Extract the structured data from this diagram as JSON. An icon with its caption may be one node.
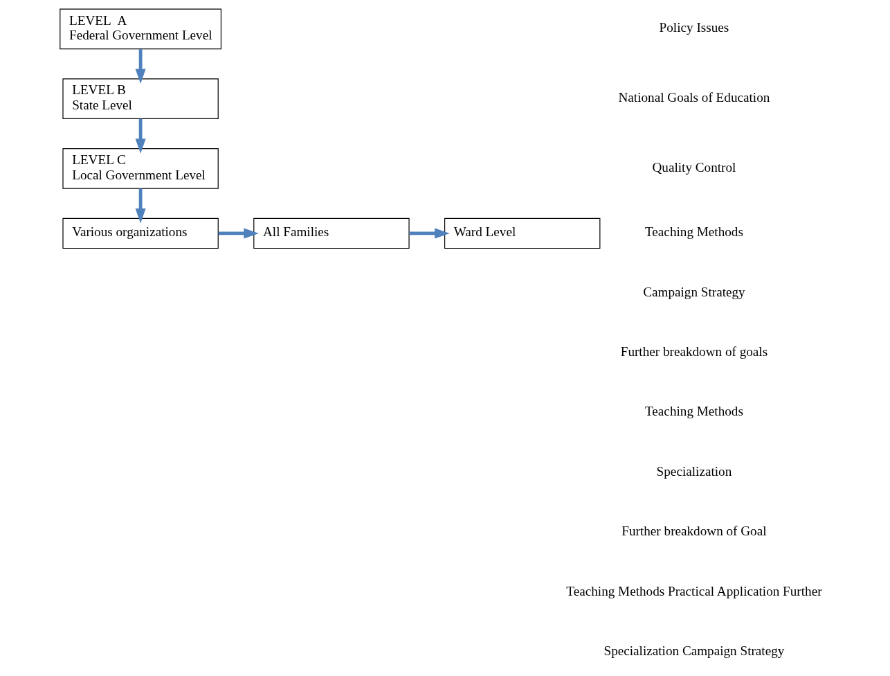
{
  "diagram": {
    "nodes": [
      {
        "text": [
          "LEVEL  A",
          "Federal Government Level"
        ]
      },
      {
        "text": [
          "LEVEL B",
          "State Level"
        ]
      },
      {
        "text": [
          "LEVEL C",
          "Local Government Level"
        ]
      },
      {
        "text": [
          "Various organizations"
        ]
      },
      {
        "text": [
          "All Families"
        ]
      },
      {
        "text": [
          "Ward Level"
        ]
      }
    ],
    "edges": [
      {
        "from": 0,
        "to": 1,
        "arrow": "to"
      },
      {
        "from": 1,
        "to": 2,
        "arrow": "to"
      },
      {
        "from": 2,
        "to": 3,
        "arrow": "to"
      },
      {
        "from": 3,
        "to": 4,
        "arrow": "to"
      },
      {
        "from": 4,
        "to": 5,
        "arrow": "to"
      }
    ],
    "labels": [
      "Policy Issues",
      "National Goals of Education",
      "Quality Control",
      "Teaching Methods",
      "Campaign Strategy",
      "Further breakdown of goals",
      "Teaching Methods",
      "Specialization",
      "Further breakdown of Goal",
      "Teaching Methods Practical Application Further",
      "Specialization Campaign Strategy"
    ]
  }
}
